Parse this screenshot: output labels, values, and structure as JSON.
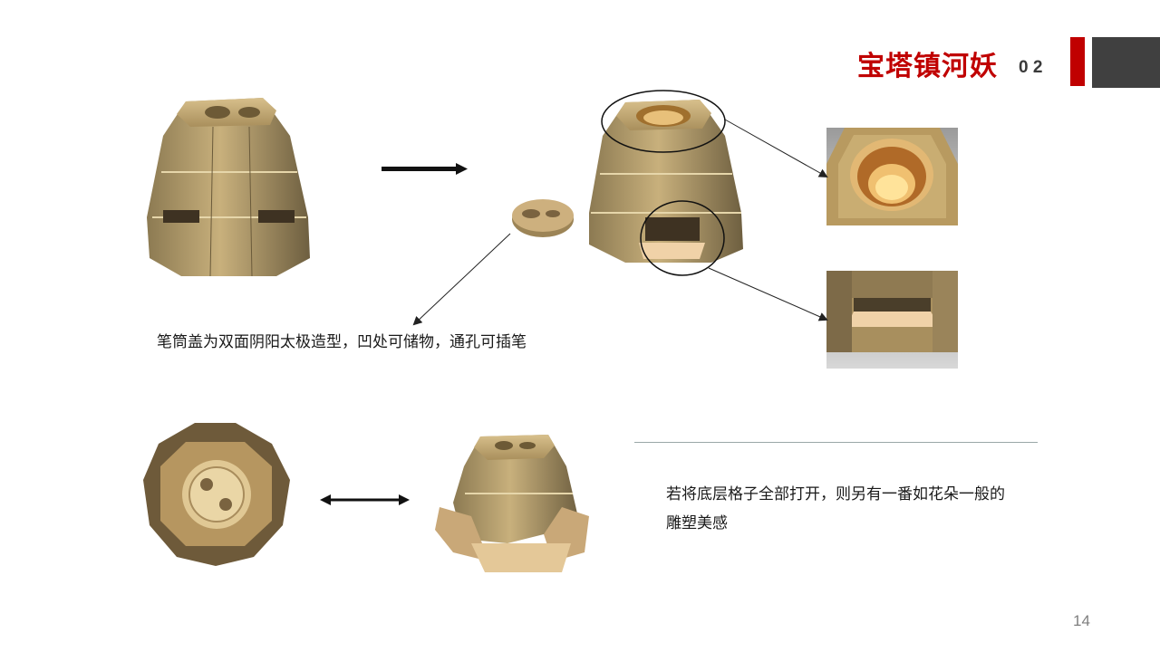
{
  "header": {
    "title": "宝塔镇河妖",
    "number": "0 2",
    "accent_color": "#c00000",
    "block_color": "#404040"
  },
  "captions": {
    "lid": "笔筒盖为双面阴阳太极造型，凹处可储物，通孔可插笔",
    "open_line1": "若将底层格子全部打开，则另有一番如花朵一般的",
    "open_line2": "雕塑美感"
  },
  "page_number": "14",
  "icons": {
    "arrow_right": "thick-right-arrow-icon",
    "arrow_double": "double-headed-arrow-icon"
  }
}
